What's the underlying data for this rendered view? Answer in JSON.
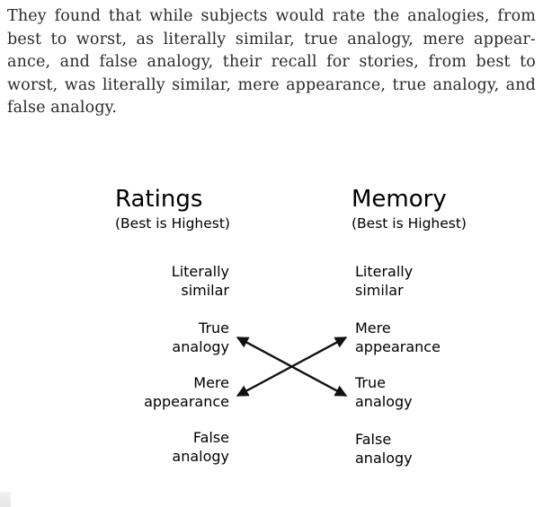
{
  "paragraph": {
    "lines": [
      "They found that while subjects would rate the analogies, from",
      "best to worst, as literally similar, true analogy, mere appear-",
      "ance, and false analogy, their recall for stories, from best to",
      "worst, was literally similar, mere appearance, true analogy, and",
      "false analogy."
    ]
  },
  "diagram": {
    "left_column": {
      "title": "Ratings",
      "subtitle": "(Best is Highest)",
      "items": [
        {
          "line1": "Literally",
          "line2": "similar"
        },
        {
          "line1": "True",
          "line2": "analogy"
        },
        {
          "line1": "Mere",
          "line2": "appearance"
        },
        {
          "line1": "False",
          "line2": "analogy"
        }
      ]
    },
    "right_column": {
      "title": "Memory",
      "subtitle": "(Best is Highest)",
      "items": [
        {
          "line1": "Literally",
          "line2": "similar"
        },
        {
          "line1": "Mere",
          "line2": "appearance"
        },
        {
          "line1": "True",
          "line2": "analogy"
        },
        {
          "line1": "False",
          "line2": "analogy"
        }
      ]
    },
    "arrow_color": "#111111"
  }
}
